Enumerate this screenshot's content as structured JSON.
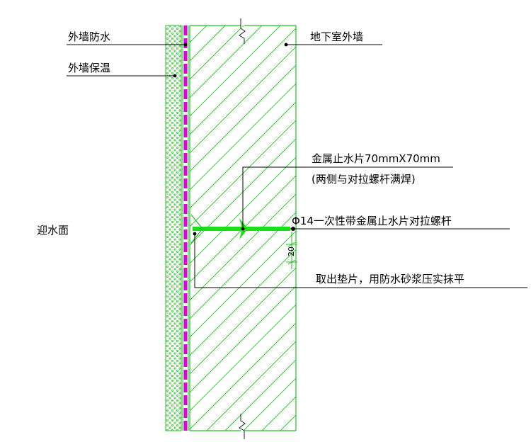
{
  "labels": {
    "waterproof": "外墙防水",
    "insulation": "外墙保温",
    "basement_wall": "地下室外墙",
    "water_face": "迎水面",
    "stop_plate_line1": "金属止水片70mmX70mm",
    "stop_plate_line2": "(两侧与对拉螺杆满焊)",
    "tie_rod": "Φ14一次性带金属止水片对拉螺杆",
    "spacer": "取出垫片，用防水砂浆压实抹平",
    "dimension": "20"
  },
  "colors": {
    "hatch": "#1ec21e",
    "waterproof": "#e000e0",
    "tie_rod": "#16e016",
    "leader": "#000000"
  }
}
